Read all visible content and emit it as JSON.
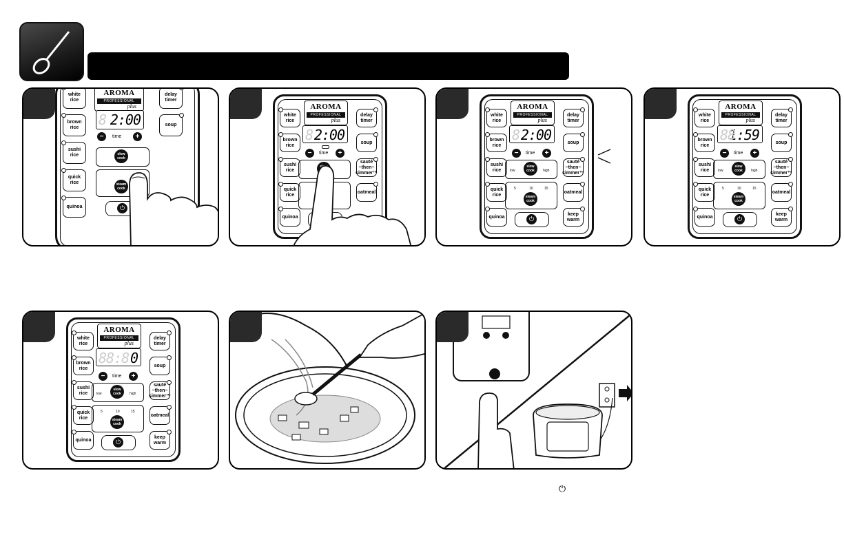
{
  "header": {
    "icon": "spoon-icon",
    "title": ""
  },
  "control_panel": {
    "left_buttons": [
      "white\nrice",
      "brown\nrice",
      "sushi\nrice",
      "quick\nrice",
      "quinoa"
    ],
    "right_buttons": [
      "delay\ntimer",
      "soup",
      "sauté\n~then~\nsimmer™",
      "oatmeal",
      "keep\nwarm"
    ],
    "brand": "AROMA",
    "brand_sub": "PROFESSIONAL",
    "brand_script": "plus",
    "time_label": "time",
    "minus": "−",
    "plus": "+",
    "slow_cook": "slow\ncook",
    "low": "low",
    "high": "high",
    "steam_cook": "steam\ncook",
    "steam_times": [
      "5",
      "10",
      "15"
    ],
    "power_symbol": "⏻"
  },
  "panels": [
    {
      "step": "",
      "display": "2:00"
    },
    {
      "step": "",
      "display": "2:00"
    },
    {
      "step": "",
      "display": "2:00"
    },
    {
      "step": "",
      "display": "1:59"
    },
    {
      "step": "",
      "display": "0"
    },
    {
      "step": ""
    },
    {
      "step": ""
    }
  ],
  "footer": {
    "power_symbol": "⏻"
  }
}
